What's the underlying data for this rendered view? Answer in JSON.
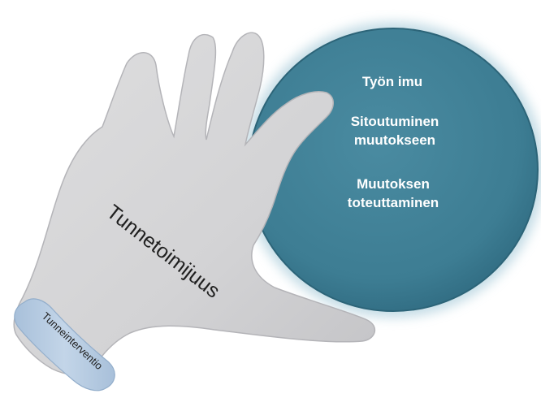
{
  "circle": {
    "items": [
      {
        "lines": [
          "Työn imu"
        ]
      },
      {
        "lines": [
          "Sitoutuminen",
          "muutokseen"
        ]
      },
      {
        "lines": [
          "Muutoksen",
          "toteuttaminen"
        ]
      }
    ],
    "fill": "#3f8096",
    "glow": "#b9d6e1"
  },
  "glove": {
    "label": "Tunnetoimijuus",
    "fill": "#d4d4d6"
  },
  "wristband": {
    "label": "Tunneinterventio",
    "fill": "#b9cde2"
  }
}
